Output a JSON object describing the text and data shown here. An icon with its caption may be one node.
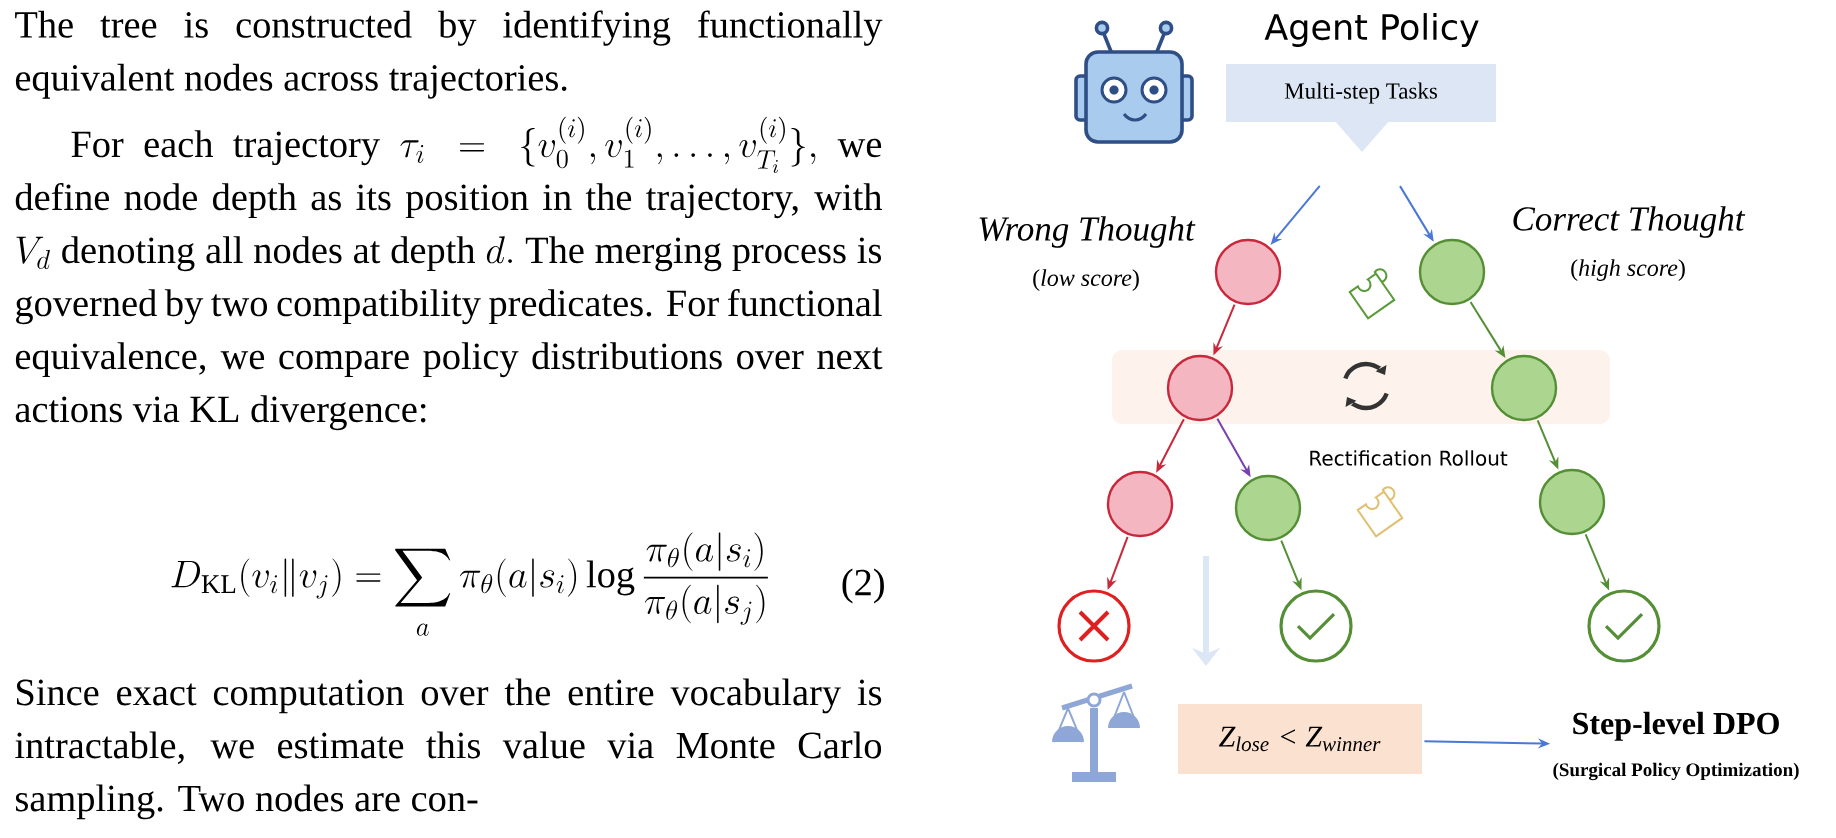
{
  "diagram": {
    "nodes": [
      {
        "text": [
          "Agent Policy",
          "Multi-step Tasks"
        ]
      },
      {
        "text": [],
        "shape": "circle",
        "beside": [
          "Wrong Thought",
          "(*low score*)"
        ]
      },
      {
        "text": [],
        "shape": "circle",
        "beside": [
          "Correct Thought",
          "(*high score*)"
        ]
      },
      {
        "text": [
          "Rectification Rollout"
        ]
      },
      {
        "text": [],
        "shape": "circle",
        "in": 3
      },
      {
        "text": [],
        "shape": "circle",
        "in": 3
      },
      {
        "text": [],
        "shape": "circle"
      },
      {
        "text": [],
        "shape": "circle"
      },
      {
        "text": [],
        "shape": "circle"
      },
      {
        "text": [],
        "shape": "circle"
      },
      {
        "text": [],
        "shape": "circle"
      },
      {
        "text": [],
        "shape": "circle"
      },
      {
        "text": [
          "Z$_{lose}$ < Z$_{winner}$"
        ]
      },
      {
        "text": [
          "Step-level DPO",
          "(Surgical Policy Optimization)"
        ]
      }
    ],
    "edges": [
      {
        "from": 0,
        "to": 1,
        "arrow": "to",
        "color": "#4a78d4"
      },
      {
        "from": 0,
        "to": 2,
        "arrow": "to",
        "color": "#4a78d4"
      },
      {
        "from": 1,
        "to": 4,
        "arrow": "to",
        "color": "#c8283c"
      },
      {
        "from": 2,
        "to": 5,
        "arrow": "to"
      },
      {
        "from": 4,
        "to": 6,
        "arrow": "to",
        "color": "#c8283c"
      },
      {
        "from": 4,
        "to": 7,
        "arrow": "to",
        "color": "#7a3fb0"
      },
      {
        "from": 5,
        "to": 8,
        "arrow": "to"
      },
      {
        "from": 6,
        "to": 9,
        "arrow": "to",
        "color": "#c8283c"
      },
      {
        "from": 7,
        "to": 10,
        "arrow": "to"
      },
      {
        "from": 8,
        "to": 11,
        "arrow": "to"
      },
      {
        "from": 12,
        "to": 13,
        "arrow": "to",
        "color": "#4a78d4"
      }
    ],
    "labels": [
      "The tree is constructed by identifying functionally equivalent nodes across trajectories.",
      "For each trajectory",
      "\\tau_i = \\{v_0^{(i)}, v_1^{(i)}, \\ldots, v_{T_i}^{(i)}\\},",
      "we define node depth as its position in the trajectory, with",
      "V_d",
      "denoting all nodes at depth",
      "d.",
      "The merging process is governed by two compatibility predicates. For functional equivalence, we compare policy distributions over next actions via KL divergence:",
      "D_{\\mathrm{KL}}(v_i \\| v_j) = \\sum_a \\pi_\\theta(a|s_i) \\log \\frac{\\pi_\\theta(a|s_i)}{\\pi_\\theta(a|s_j)}",
      "(2)",
      "Since exact computation over the entire vocabulary is intractable, we estimate this value via Monte Carlo sampling. Two nodes are con-"
    ]
  }
}
